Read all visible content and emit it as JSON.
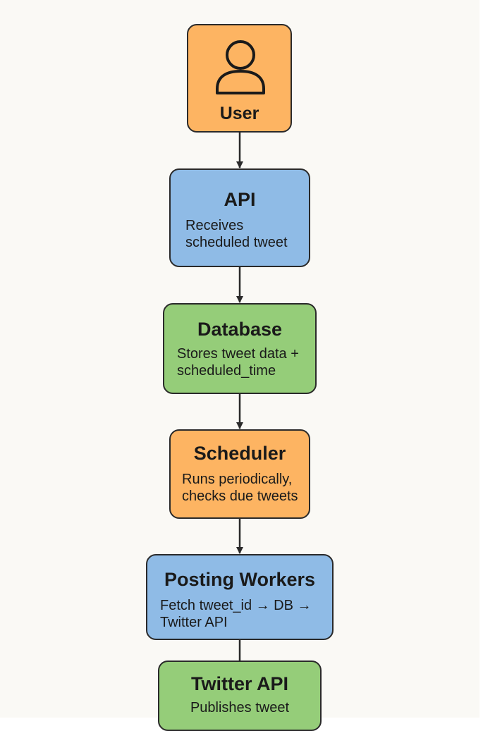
{
  "colors": {
    "orange": "#fdb462",
    "blue": "#8fbbe6",
    "green": "#95cd79",
    "outline": "#2a2a2a"
  },
  "nodes": [
    {
      "id": "user",
      "title": "User",
      "icon": "person-icon",
      "color": "orange"
    },
    {
      "id": "api",
      "title": "API",
      "desc": [
        "Receives",
        "scheduled tweet"
      ],
      "color": "blue"
    },
    {
      "id": "database",
      "title": "Database",
      "desc": [
        "Stores tweet data +",
        "scheduled_time"
      ],
      "color": "green"
    },
    {
      "id": "scheduler",
      "title": "Scheduler",
      "desc": [
        "Runs periodically,",
        "checks due tweets"
      ],
      "color": "orange"
    },
    {
      "id": "posting-workers",
      "title": "Posting Workers",
      "desc": [
        "Fetch tweet_id → DB →",
        "Twitter API"
      ],
      "color": "blue"
    },
    {
      "id": "twitter-api",
      "title": "Twitter API",
      "desc": [
        "Publishes tweet"
      ],
      "color": "green"
    }
  ],
  "edges": [
    {
      "from": "user",
      "to": "api",
      "arrow": true
    },
    {
      "from": "api",
      "to": "database",
      "arrow": true
    },
    {
      "from": "database",
      "to": "scheduler",
      "arrow": true
    },
    {
      "from": "scheduler",
      "to": "posting-workers",
      "arrow": true
    },
    {
      "from": "posting-workers",
      "to": "twitter-api",
      "arrow": false
    }
  ]
}
